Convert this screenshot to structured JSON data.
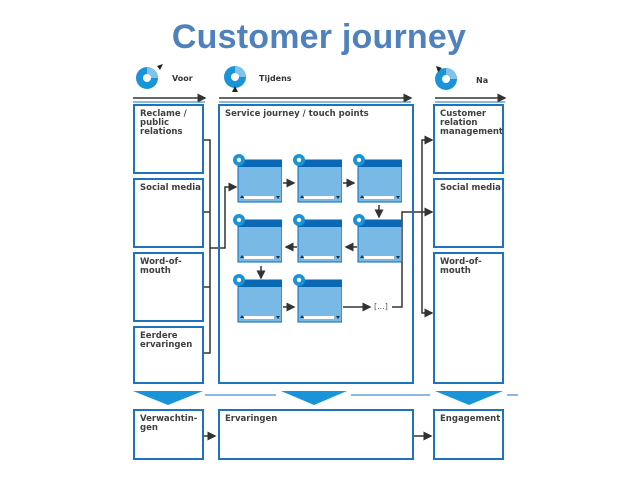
{
  "title": "Customer journey",
  "phases": [
    {
      "label": "Voor",
      "icon": "pie-icon"
    },
    {
      "label": "Tijdens",
      "icon": "pie-icon"
    },
    {
      "label": "Na",
      "icon": "pie-icon"
    }
  ],
  "before": {
    "items": [
      "Reclame /\npublic\nrelations",
      "Social media",
      "Word-of-\nmouth",
      "Eerdere\nervaringen"
    ]
  },
  "during": {
    "label": "Service journey / touch points",
    "ellipsis": "[...]"
  },
  "after": {
    "items": [
      "Customer\nrelation\nmanagement",
      "Social media",
      "Word-of-\nmouth"
    ]
  },
  "outcomes": [
    "Verwachtin-\ngen",
    "Ervaringen",
    "Engagement"
  ],
  "colors": {
    "title": "#4f81bd",
    "border": "#1e73be",
    "touchpoint_fill": "#79b9e6",
    "touchpoint_header": "#0a68b4",
    "funnel": "#1a94d8"
  }
}
